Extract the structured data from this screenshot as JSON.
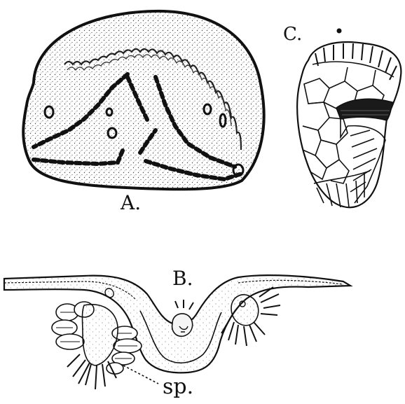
{
  "figure": {
    "labels": {
      "a": "A.",
      "b": "B.",
      "c": "C.",
      "sp": "sp."
    },
    "colors": {
      "ink": "#111111",
      "paper": "#ffffff",
      "stipple": "#444444"
    }
  }
}
